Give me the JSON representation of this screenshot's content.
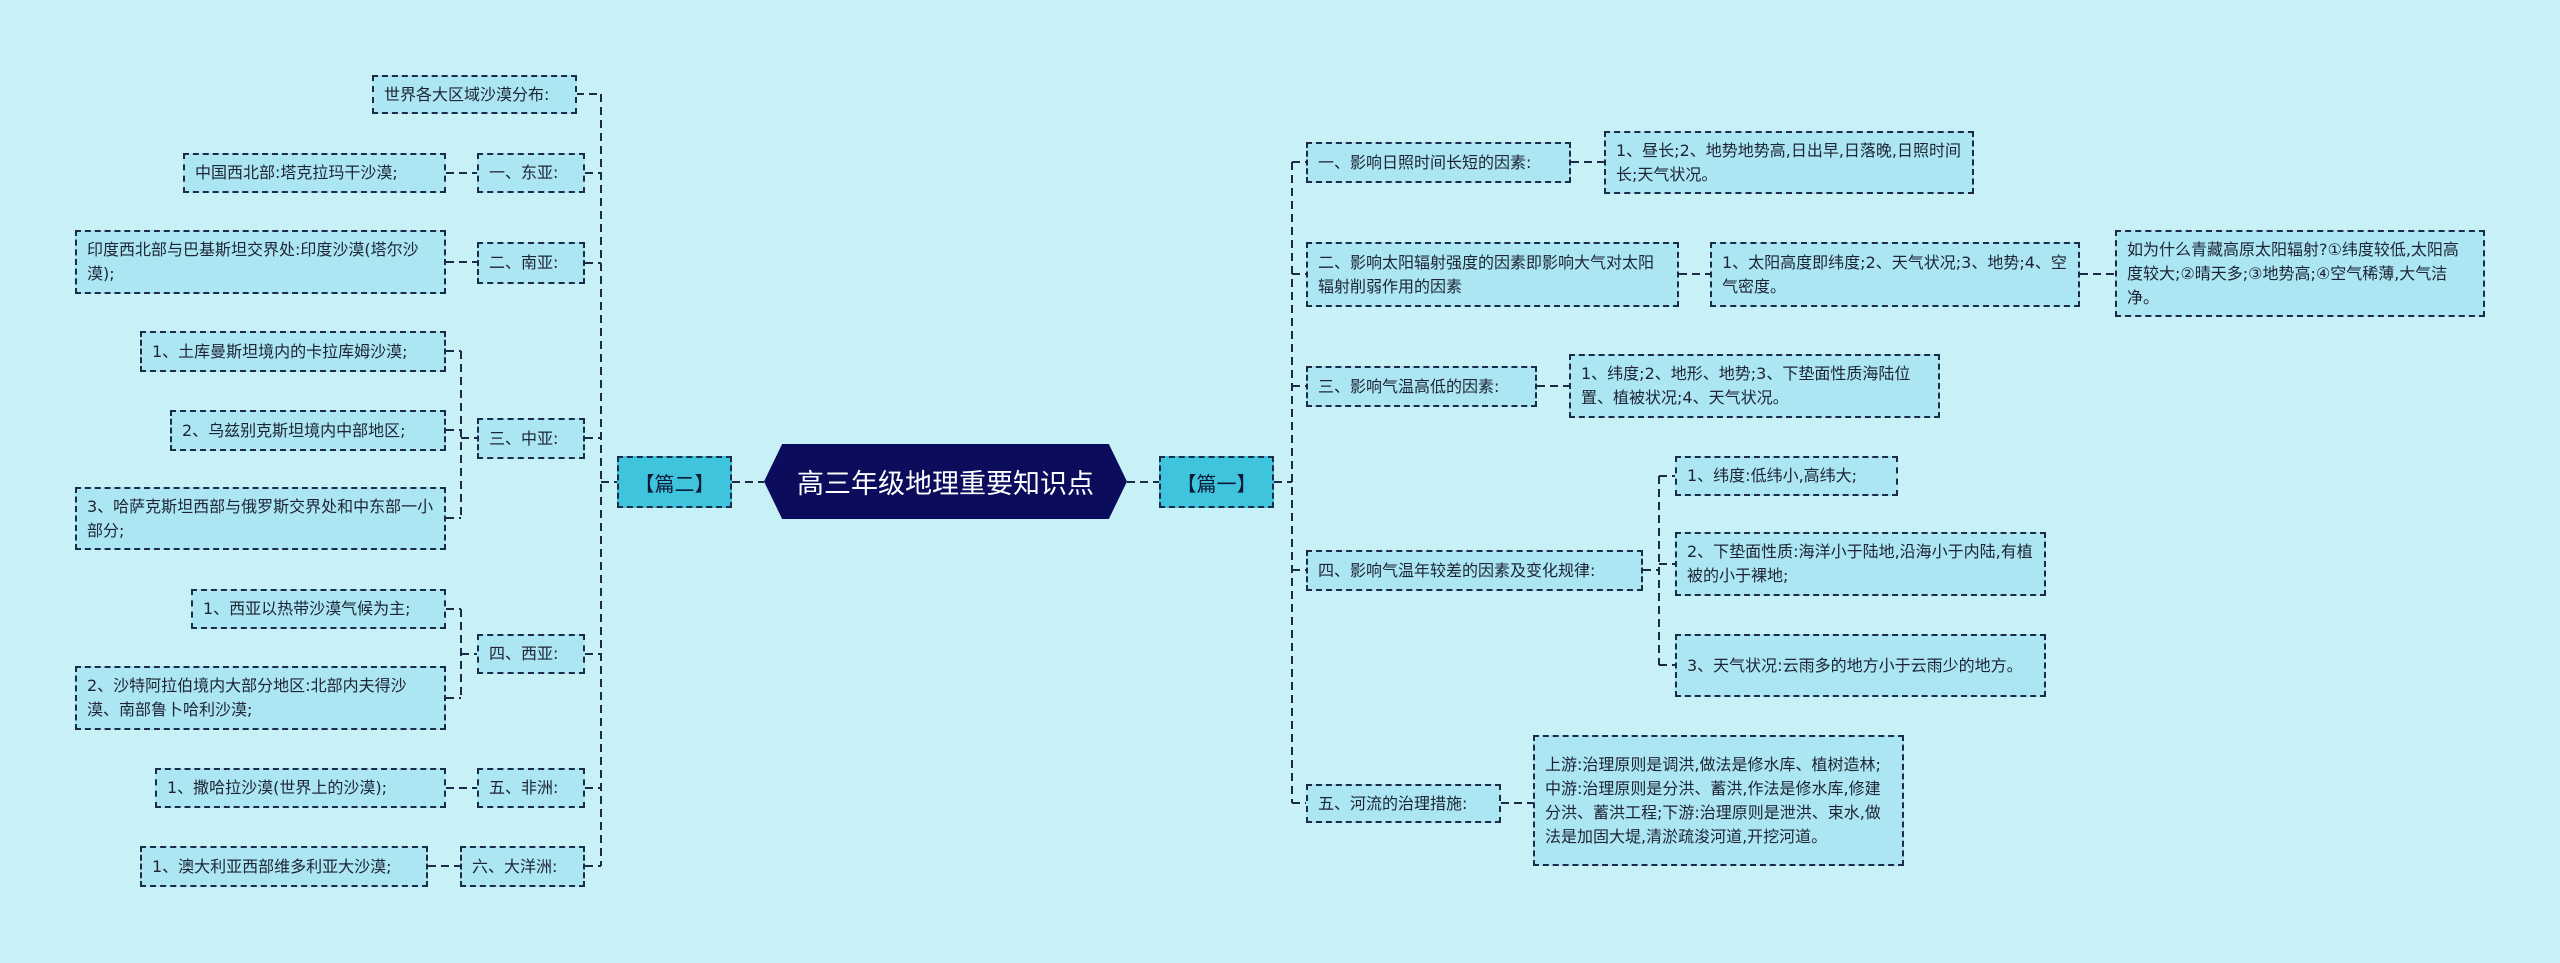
{
  "title": "高三年级地理重要知识点",
  "left": {
    "label": "【篇二】",
    "heading": "世界各大区域沙漠分布:",
    "groups": [
      {
        "label": "一、东亚:",
        "items": [
          "中国西北部:塔克拉玛干沙漠;"
        ]
      },
      {
        "label": "二、南亚:",
        "items": [
          "印度西北部与巴基斯坦交界处:印度沙漠(塔尔沙漠);"
        ]
      },
      {
        "label": "三、中亚:",
        "items": [
          "1、土库曼斯坦境内的卡拉库姆沙漠;",
          "2、乌兹别克斯坦境内中部地区;",
          "3、哈萨克斯坦西部与俄罗斯交界处和中东部一小部分;"
        ]
      },
      {
        "label": "四、西亚:",
        "items": [
          "1、西亚以热带沙漠气候为主;",
          "2、沙特阿拉伯境内大部分地区:北部内夫得沙漠、南部鲁卜哈利沙漠;"
        ]
      },
      {
        "label": "五、非洲:",
        "items": [
          "1、撒哈拉沙漠(世界上的沙漠);"
        ]
      },
      {
        "label": "六、大洋洲:",
        "items": [
          "1、澳大利亚西部维多利亚大沙漠;"
        ]
      }
    ]
  },
  "right": {
    "label": "【篇一】",
    "groups": [
      {
        "label": "一、影响日照时间长短的因素:",
        "items": [
          "1、昼长;2、地势地势高,日出早,日落晚,日照时间长;天气状况。"
        ]
      },
      {
        "label": "二、影响太阳辐射强度的因素即影响大气对太阳辐射削弱作用的因素",
        "items": [
          "1、太阳高度即纬度;2、天气状况;3、地势;4、空气密度。"
        ],
        "detail": "如为什么青藏高原太阳辐射?①纬度较低,太阳高度较大;②晴天多;③地势高;④空气稀薄,大气洁净。"
      },
      {
        "label": "三、影响气温高低的因素:",
        "items": [
          "1、纬度;2、地形、地势;3、下垫面性质海陆位置、植被状况;4、天气状况。"
        ]
      },
      {
        "label": "四、影响气温年较差的因素及变化规律:",
        "items": [
          "1、纬度:低纬小,高纬大;",
          "2、下垫面性质:海洋小于陆地,沿海小于内陆,有植被的小于裸地;",
          "3、天气状况:云雨多的地方小于云雨少的地方。"
        ]
      },
      {
        "label": "五、河流的治理措施:",
        "items": [
          "上游:治理原则是调洪,做法是修水库、植树造林;中游:治理原则是分洪、蓄洪,作法是修水库,修建分洪、蓄洪工程;下游:治理原则是泄洪、束水,做法是加固大堤,清淤疏浚河道,开挖河道。"
        ]
      }
    ]
  }
}
